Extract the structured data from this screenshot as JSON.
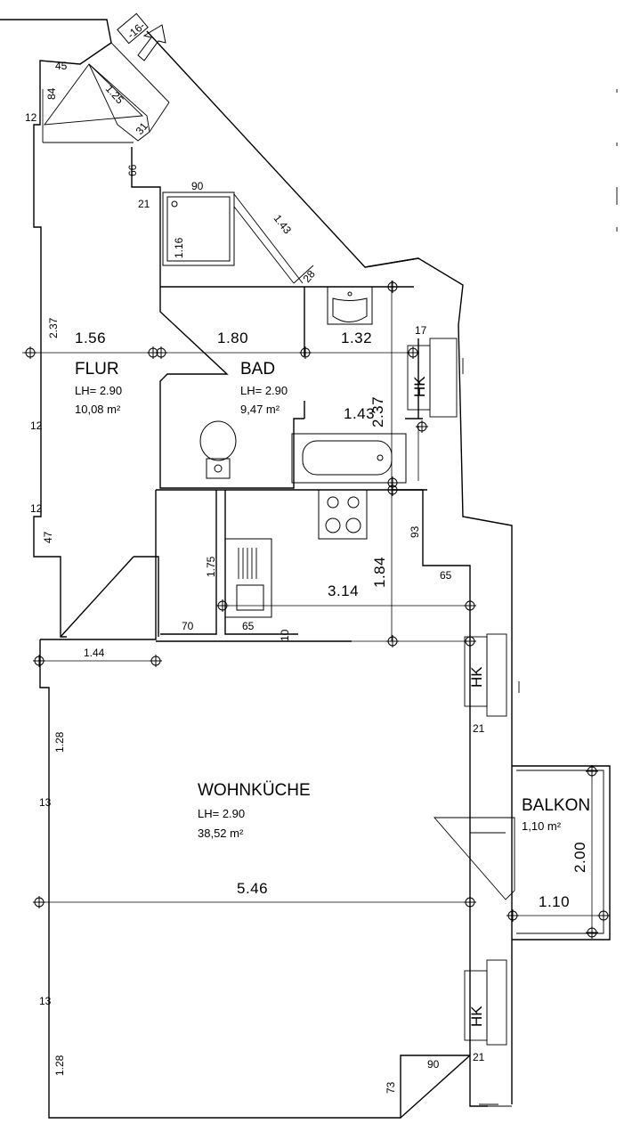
{
  "rooms": {
    "flur": {
      "name": "FLUR",
      "lh": "LH= 2.90",
      "area": "10,08 m²"
    },
    "bad": {
      "name": "BAD",
      "lh": "LH= 2.90",
      "area": "9,47 m²"
    },
    "wohnkueche": {
      "name": "WOHNKÜCHE",
      "lh": "LH= 2.90",
      "area": "38,52 m²"
    },
    "balkon": {
      "name": "BALKON",
      "area": "1,10 m²"
    }
  },
  "entrance_tag": "-16-",
  "heater_label": "HK",
  "dims": {
    "d_156": "1.56",
    "d_180": "1.80",
    "d_132": "1.32",
    "d_237a": "2.37",
    "d_237b": "2.37",
    "d_143": "1.43",
    "d_143b": "1.43",
    "d_125": "1.25",
    "d_116": "1.16",
    "d_175": "1.75",
    "d_314": "3.14",
    "d_184": "1.84",
    "d_144": "1.44",
    "d_128a": "1.28",
    "d_128b": "1.28",
    "d_546": "5.46",
    "d_200": "2.00",
    "d_110": "1.10",
    "d_45": "45",
    "d_84": "84",
    "d_12a": "12",
    "d_31": "31",
    "d_66": "66",
    "d_21a": "21",
    "d_90a": "90",
    "d_28": "28",
    "d_17": "17",
    "d_12b": "12",
    "d_12c": "12",
    "d_47": "47",
    "d_93": "93",
    "d_65a": "65",
    "d_70": "70",
    "d_65b": "65",
    "d_10": "10",
    "d_21b": "21",
    "d_13a": "13",
    "d_13b": "13",
    "d_21c": "21",
    "d_90b": "90",
    "d_73": "73"
  }
}
